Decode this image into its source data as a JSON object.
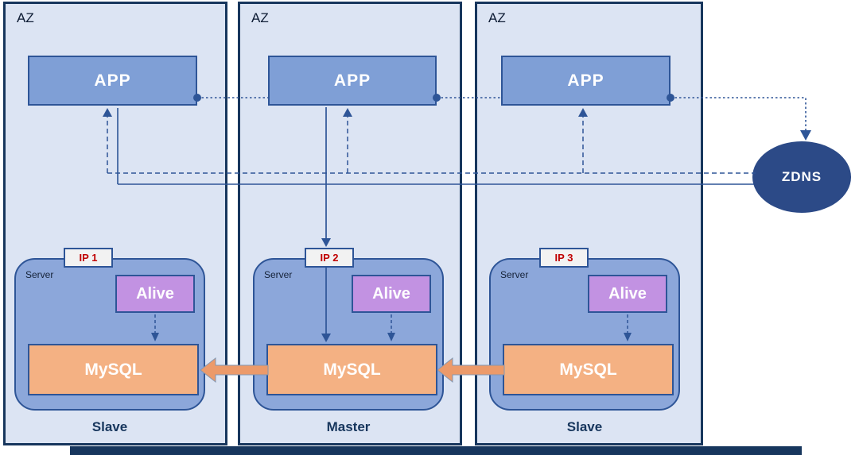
{
  "diagram": {
    "zones": [
      {
        "label": "AZ",
        "app_label": "APP",
        "server_label": "Server",
        "ip_label": "IP 1",
        "alive_label": "Alive",
        "db_label": "MySQL",
        "role_label": "Slave"
      },
      {
        "label": "AZ",
        "app_label": "APP",
        "server_label": "Server",
        "ip_label": "IP 2",
        "alive_label": "Alive",
        "db_label": "MySQL",
        "role_label": "Master"
      },
      {
        "label": "AZ",
        "app_label": "APP",
        "server_label": "Server",
        "ip_label": "IP 3",
        "alive_label": "Alive",
        "db_label": "MySQL",
        "role_label": "Slave"
      }
    ],
    "dns": {
      "label": "ZDNS"
    }
  },
  "colors": {
    "az_fill": "#dce4f3",
    "az_border": "#17365d",
    "app_fill": "#7f9fd6",
    "box_border": "#2e5597",
    "server_fill": "#8ca7da",
    "ip_badge_fill": "#f2f2f2",
    "ip_badge_text": "#c00000",
    "alive_fill": "#c292e2",
    "mysql_fill": "#f4b183",
    "zdns_fill": "#2c4a87",
    "connection_line": "#2e5597",
    "replication_arrow": "#ec9a6a",
    "role_text": "#17365d"
  }
}
